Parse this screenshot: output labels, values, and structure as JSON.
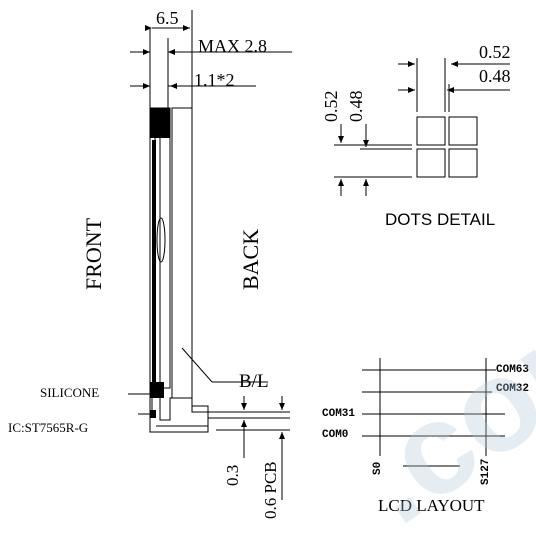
{
  "labels": {
    "dim_6_5": "6.5",
    "dim_max_2_8": "MAX 2.8",
    "dim_1_1x2": "1.1*2",
    "front": "FRONT",
    "back": "BACK",
    "bl": "B/L",
    "silicone": "SILICONE",
    "ic": "IC:ST7565R-G",
    "dim_0_3": "0.3",
    "dim_0_6_pcb": "0.6 PCB",
    "dots_0_52_top": "0.52",
    "dots_0_48_top": "0.48",
    "dots_0_52_left": "0.52",
    "dots_0_48_left": "0.48",
    "dots_detail": "DOTS DETAIL",
    "com63": "COM63",
    "com32": "COM32",
    "com31": "COM31",
    "com0": "COM0",
    "s0": "S0",
    "s127": "S127",
    "lcd_layout": "LCD LAYOUT"
  },
  "watermark": ".com",
  "colors": {
    "line": "#000000",
    "watermark": "#b4c8d7"
  }
}
